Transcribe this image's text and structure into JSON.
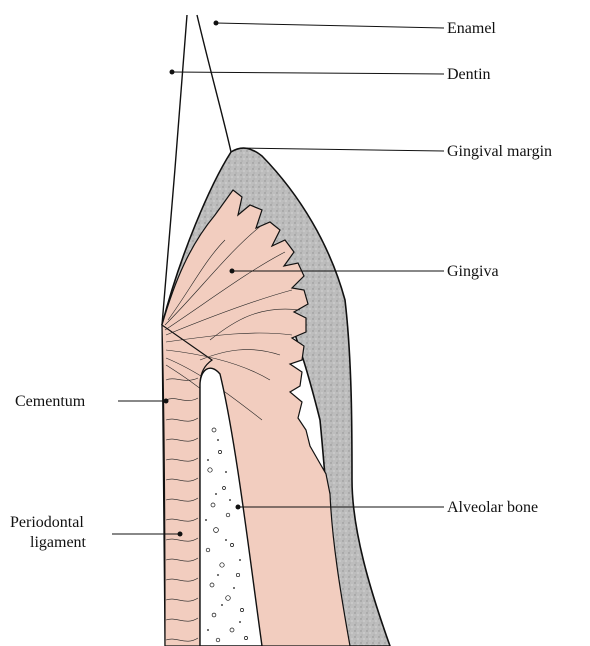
{
  "labels": {
    "enamel": "Enamel",
    "dentin": "Dentin",
    "gingival_margin": "Gingival margin",
    "gingiva": "Gingiva",
    "cementum": "Cementum",
    "alveolar_bone": "Alveolar bone",
    "periodontal_ligament_line1": "Periodontal",
    "periodontal_ligament_line2": "ligament"
  },
  "colors": {
    "tissue_pink": "#f2cdbf",
    "epithelium_gray": "#b8b8b8",
    "line": "#111111"
  }
}
